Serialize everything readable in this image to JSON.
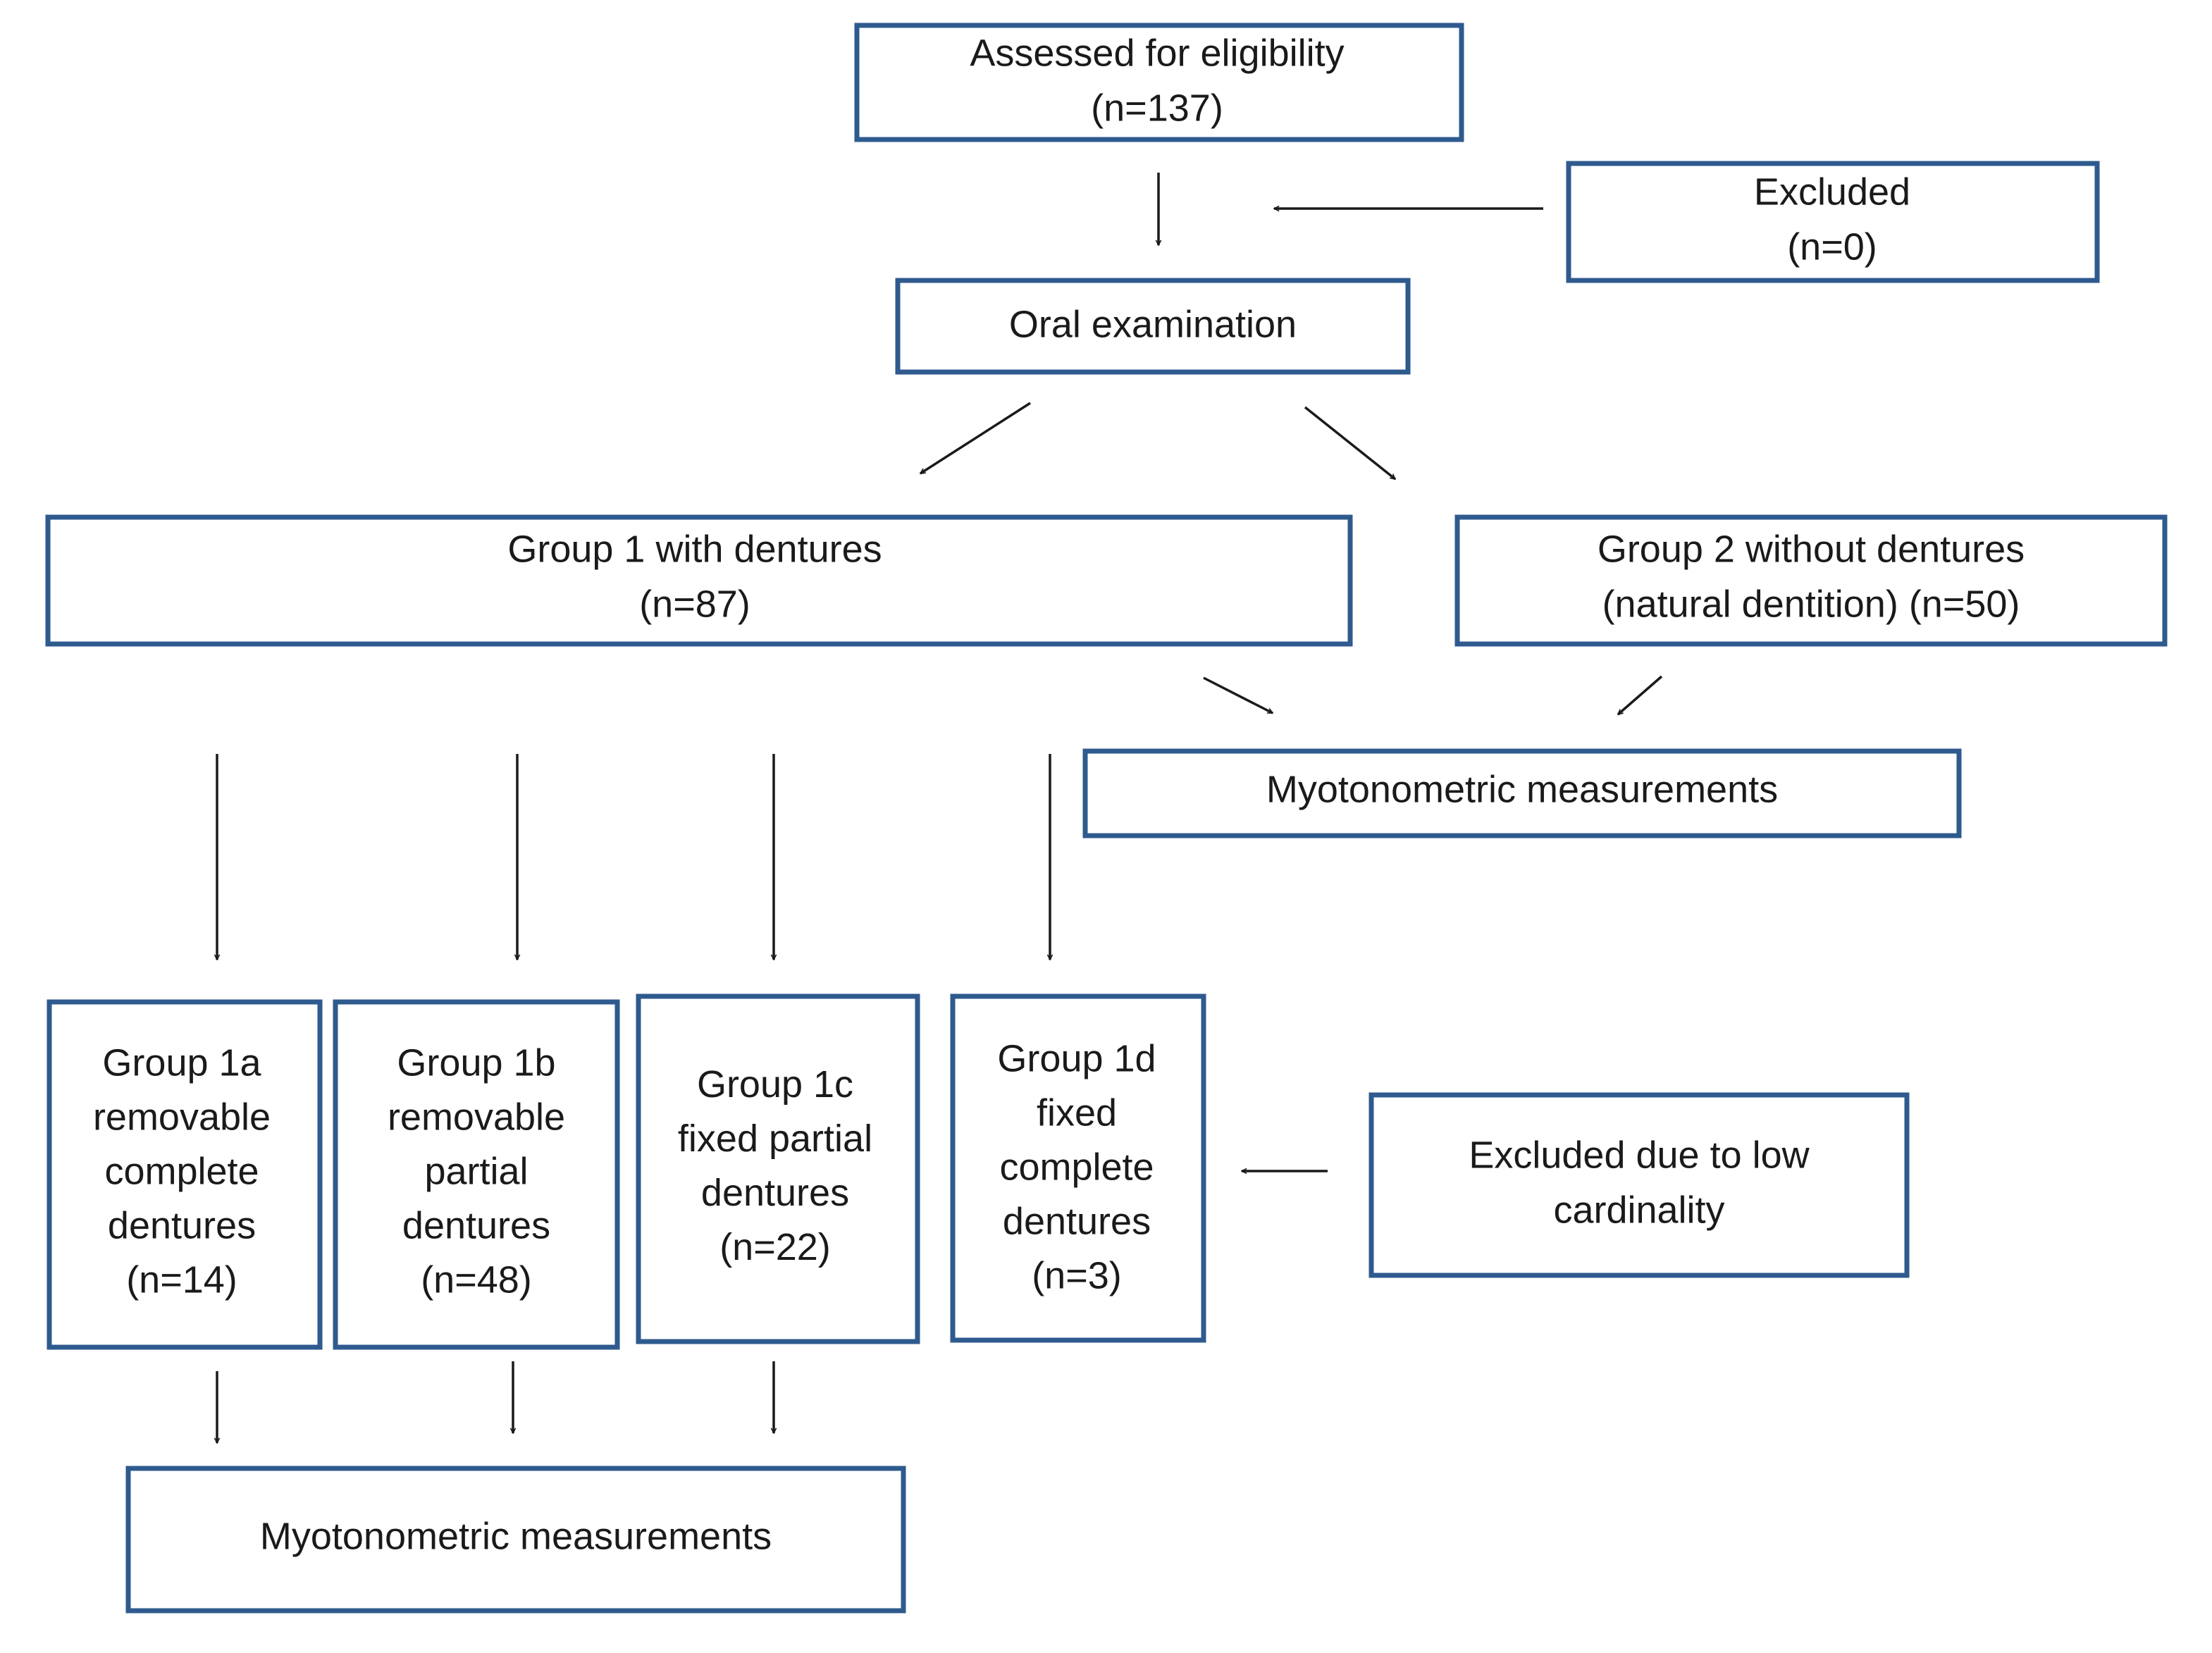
{
  "diagram": {
    "colors": {
      "box_border": "#2e5a8e",
      "text": "#1a1a1a",
      "arrow": "#1a1a1a",
      "background": "#ffffff"
    },
    "boxes": {
      "assessed": {
        "lines": [
          "Assessed for eligibility",
          "(n=137)"
        ]
      },
      "excluded": {
        "lines": [
          "Excluded",
          "(n=0)"
        ]
      },
      "oral_exam": {
        "lines": [
          "Oral examination"
        ]
      },
      "group1": {
        "lines": [
          "Group 1 with dentures",
          "(n=87)"
        ]
      },
      "group2": {
        "lines": [
          "Group 2 without dentures",
          "(natural dentition) (n=50)"
        ]
      },
      "myo_top": {
        "lines": [
          "Myotonometric measurements"
        ]
      },
      "group1a": {
        "lines": [
          "Group 1a",
          "removable",
          "complete",
          "dentures",
          "(n=14)"
        ]
      },
      "group1b": {
        "lines": [
          "Group 1b",
          "removable",
          "partial",
          "dentures",
          "(n=48)"
        ]
      },
      "group1c": {
        "lines": [
          "Group 1c",
          "fixed partial",
          "dentures",
          "(n=22)"
        ]
      },
      "group1d": {
        "lines": [
          "Group 1d",
          "fixed",
          "complete",
          "dentures",
          "(n=3)"
        ]
      },
      "excluded_low": {
        "lines": [
          "Excluded due to low",
          "cardinality"
        ]
      },
      "myo_bottom": {
        "lines": [
          "Myotonometric measurements"
        ]
      }
    }
  }
}
